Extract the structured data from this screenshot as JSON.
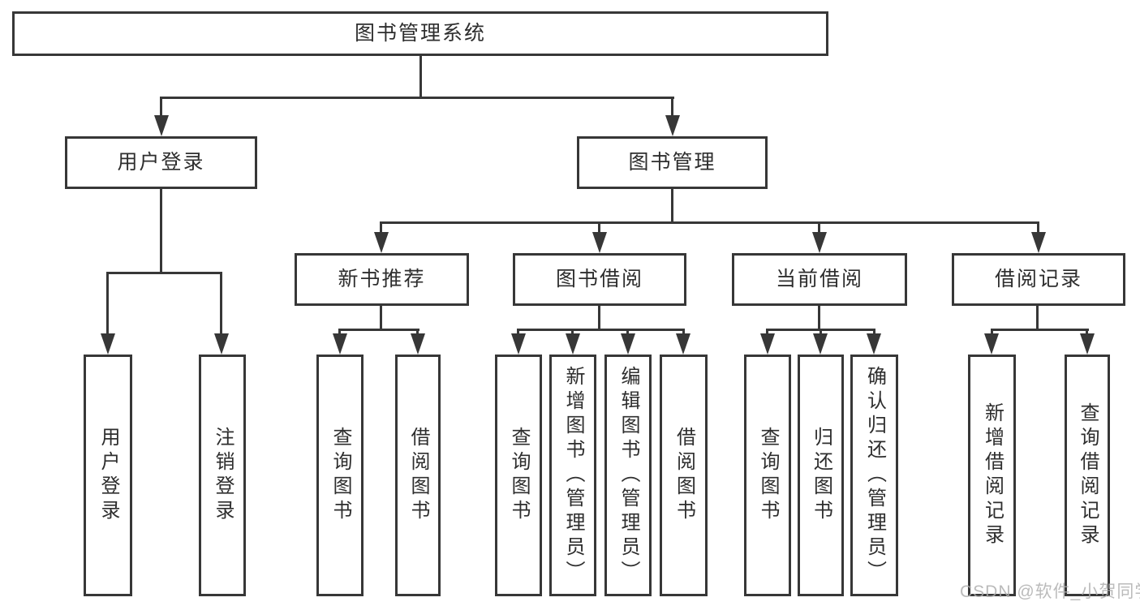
{
  "diagram": {
    "type": "hierarchy-tree",
    "colors": {
      "line": "#373737",
      "box_border": "#373737",
      "box_fill": "#ffffff",
      "text": "#2e2e2e",
      "background": "#ffffff",
      "watermark_text_color": "#acacac"
    }
  },
  "tree": {
    "label": "图书管理系统",
    "children": [
      {
        "label": "用户登录",
        "children": [
          {
            "label": "用户登录"
          },
          {
            "label": "注销登录"
          }
        ]
      },
      {
        "label": "图书管理",
        "children": [
          {
            "label": "新书推荐",
            "children": [
              {
                "label": "查询图书"
              },
              {
                "label": "借阅图书"
              }
            ]
          },
          {
            "label": "图书借阅",
            "children": [
              {
                "label": "查询图书"
              },
              {
                "label": "新增图书（管理员）"
              },
              {
                "label": "编辑图书（管理员）"
              },
              {
                "label": "借阅图书"
              }
            ]
          },
          {
            "label": "当前借阅",
            "children": [
              {
                "label": "查询图书"
              },
              {
                "label": "归还图书"
              },
              {
                "label": "确认归还（管理员）"
              }
            ]
          },
          {
            "label": "借阅记录",
            "children": [
              {
                "label": "新增借阅记录"
              },
              {
                "label": "查询借阅记录"
              }
            ]
          }
        ]
      }
    ]
  },
  "watermark": {
    "text": "CSDN @软件_小贺同学"
  }
}
